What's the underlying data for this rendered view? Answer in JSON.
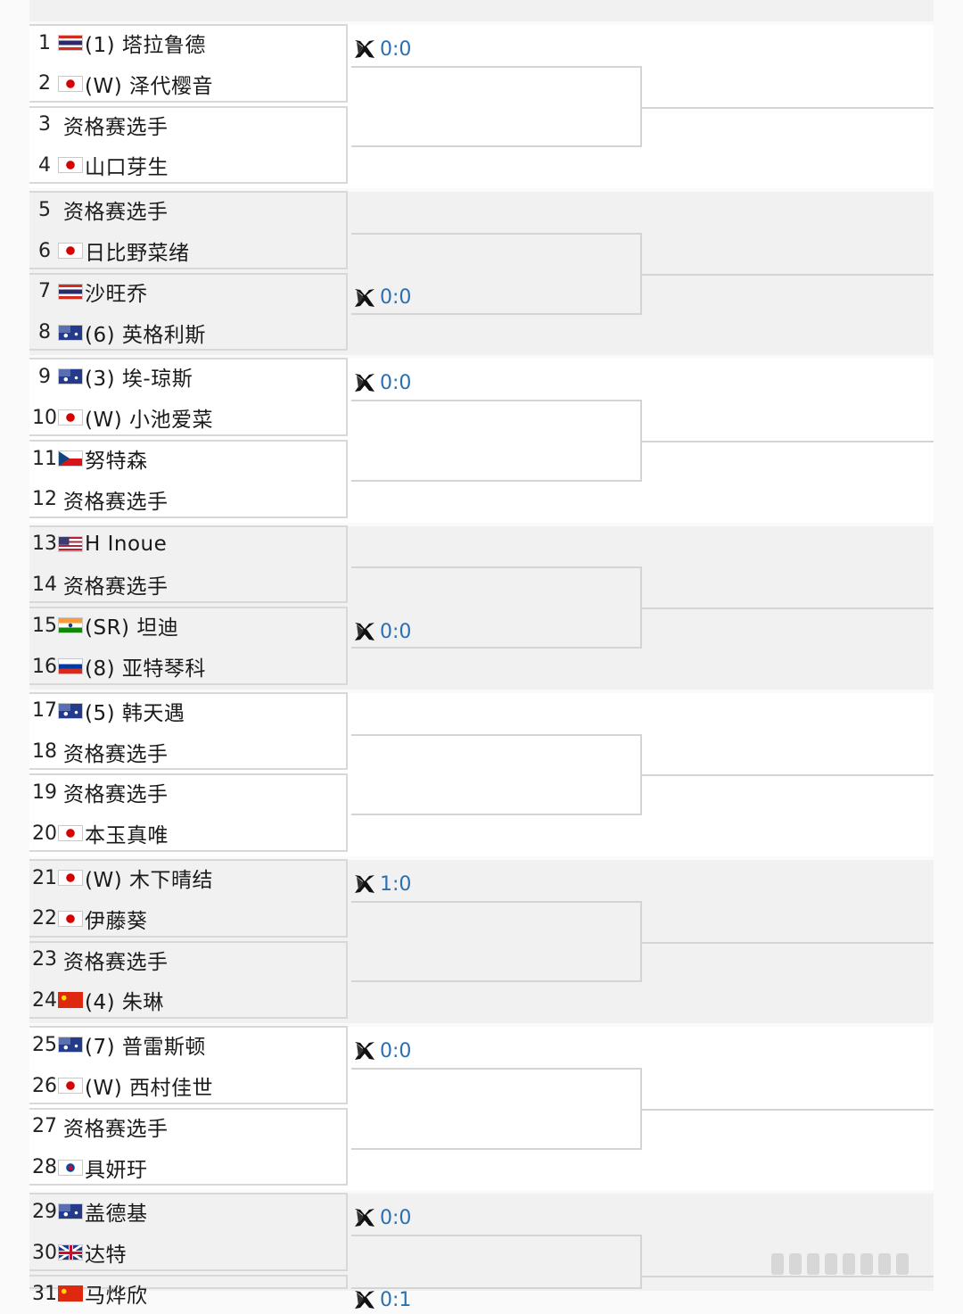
{
  "players": [
    {
      "num": "1",
      "flag": "th",
      "name": "(1) 塔拉鲁德"
    },
    {
      "num": "2",
      "flag": "jp",
      "name": "(W) 泽代樱音"
    },
    {
      "num": "3",
      "flag": "",
      "name": "资格赛选手"
    },
    {
      "num": "4",
      "flag": "jp",
      "name": "山口芽生"
    },
    {
      "num": "5",
      "flag": "",
      "name": "资格赛选手"
    },
    {
      "num": "6",
      "flag": "jp",
      "name": "日比野菜绪"
    },
    {
      "num": "7",
      "flag": "th",
      "name": "沙旺乔"
    },
    {
      "num": "8",
      "flag": "au",
      "name": "(6) 英格利斯"
    },
    {
      "num": "9",
      "flag": "au",
      "name": "(3) 埃-琼斯"
    },
    {
      "num": "10",
      "flag": "jp",
      "name": "(W) 小池爱菜"
    },
    {
      "num": "11",
      "flag": "cz",
      "name": "努特森"
    },
    {
      "num": "12",
      "flag": "",
      "name": "资格赛选手"
    },
    {
      "num": "13",
      "flag": "us",
      "name": "H Inoue"
    },
    {
      "num": "14",
      "flag": "",
      "name": "资格赛选手"
    },
    {
      "num": "15",
      "flag": "in",
      "name": "(SR) 坦迪"
    },
    {
      "num": "16",
      "flag": "ru",
      "name": "(8) 亚特琴科"
    },
    {
      "num": "17",
      "flag": "au",
      "name": "(5) 韩天遇"
    },
    {
      "num": "18",
      "flag": "",
      "name": "资格赛选手"
    },
    {
      "num": "19",
      "flag": "",
      "name": "资格赛选手"
    },
    {
      "num": "20",
      "flag": "jp",
      "name": "本玉真唯"
    },
    {
      "num": "21",
      "flag": "jp",
      "name": "(W) 木下晴结"
    },
    {
      "num": "22",
      "flag": "jp",
      "name": "伊藤葵"
    },
    {
      "num": "23",
      "flag": "",
      "name": "资格赛选手"
    },
    {
      "num": "24",
      "flag": "cn",
      "name": "(4) 朱琳"
    },
    {
      "num": "25",
      "flag": "au",
      "name": "(7) 普雷斯顿"
    },
    {
      "num": "26",
      "flag": "jp",
      "name": "(W) 西村佳世"
    },
    {
      "num": "27",
      "flag": "",
      "name": "资格赛选手"
    },
    {
      "num": "28",
      "flag": "kr",
      "name": "具妍玗"
    },
    {
      "num": "29",
      "flag": "au",
      "name": "盖德基"
    },
    {
      "num": "30",
      "flag": "gb",
      "name": "达特"
    },
    {
      "num": "31",
      "flag": "cn",
      "name": "马烨欣"
    }
  ],
  "scores": [
    {
      "text": "0:0",
      "after_player": 1
    },
    {
      "text": "0:0",
      "after_player": 7
    },
    {
      "text": "0:0",
      "after_player": 9
    },
    {
      "text": "0:0",
      "after_player": 15
    },
    {
      "text": "1:0",
      "after_player": 21
    },
    {
      "text": "0:0",
      "after_player": 25
    },
    {
      "text": "0:0",
      "after_player": 29
    },
    {
      "text": "0:1",
      "after_player": 31
    }
  ],
  "icons": {
    "score": "h2h-icon"
  },
  "colors": {
    "score": "#2a6fb3",
    "line": "#d4d4d4",
    "band_alt": "#f1f1f1"
  }
}
